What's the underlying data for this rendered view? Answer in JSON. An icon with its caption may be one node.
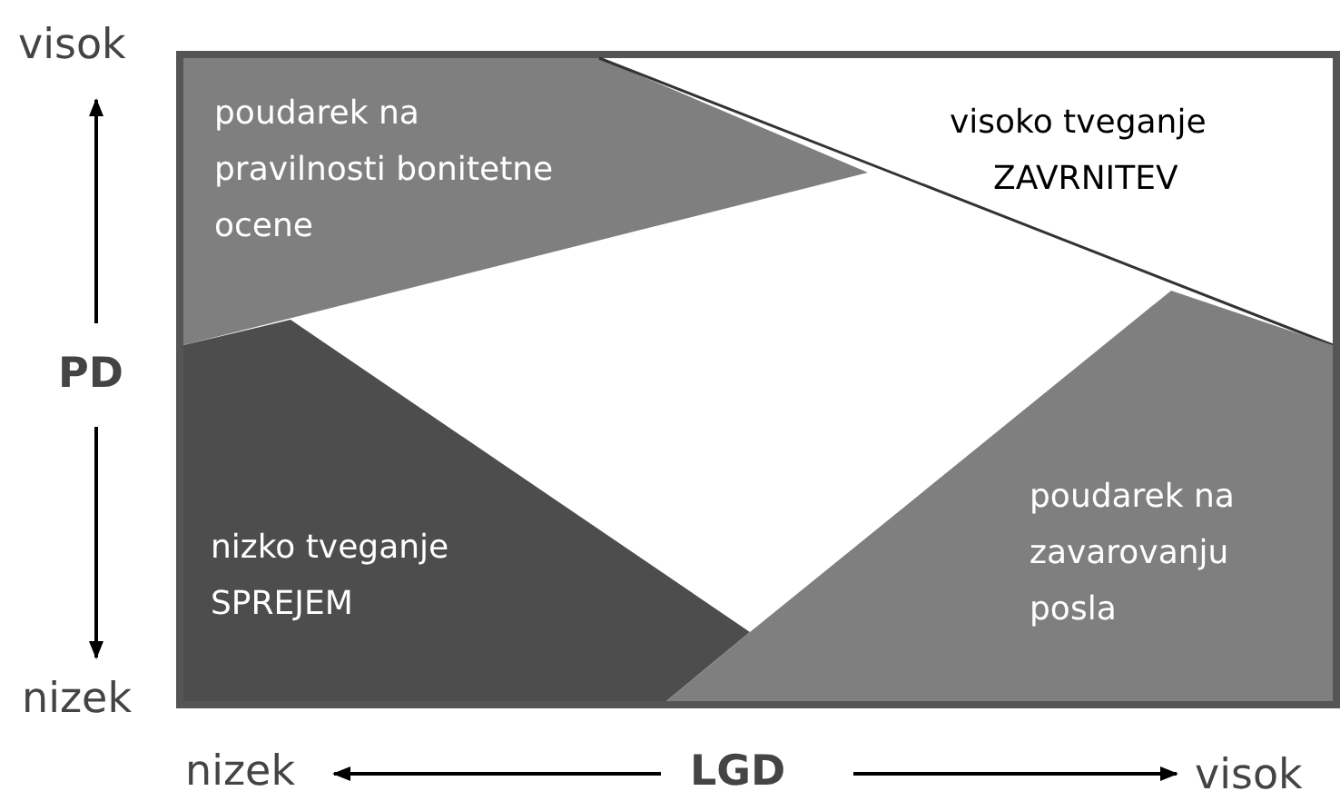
{
  "diagram": {
    "nodes": [
      {
        "text": [
          "poudarek na pravilnosti bonitetne ocene"
        ]
      },
      {
        "text": [
          "visoko tveganje",
          "ZAVRNITEV"
        ]
      },
      {
        "text": [
          "nizko tveganje",
          "SPREJEM"
        ]
      },
      {
        "text": [
          "poudarek na zavarovanju posla"
        ]
      }
    ],
    "edges": [],
    "labels": [
      "visok",
      "PD",
      "nizek",
      "nizek",
      "LGD",
      "visok"
    ]
  }
}
